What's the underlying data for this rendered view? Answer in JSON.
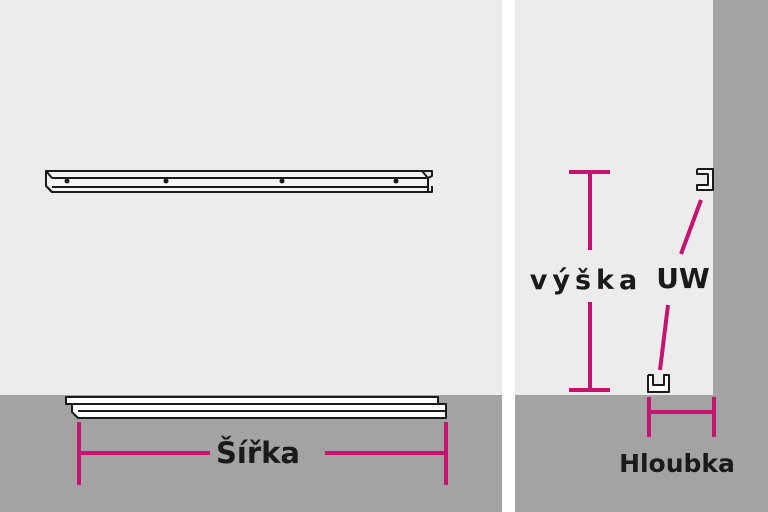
{
  "labels": {
    "width": "Šířka",
    "height": "výška",
    "profile": "UW",
    "depth": "Hloubka"
  },
  "colors": {
    "wall": "#ececec",
    "floor": "#a3a3a3",
    "divider": "#ffffff",
    "side_wall": "#a3a3a3",
    "dimension": "#c4146f",
    "outline": "#1a1a1a",
    "profile_fill": "#f4f4f4"
  }
}
